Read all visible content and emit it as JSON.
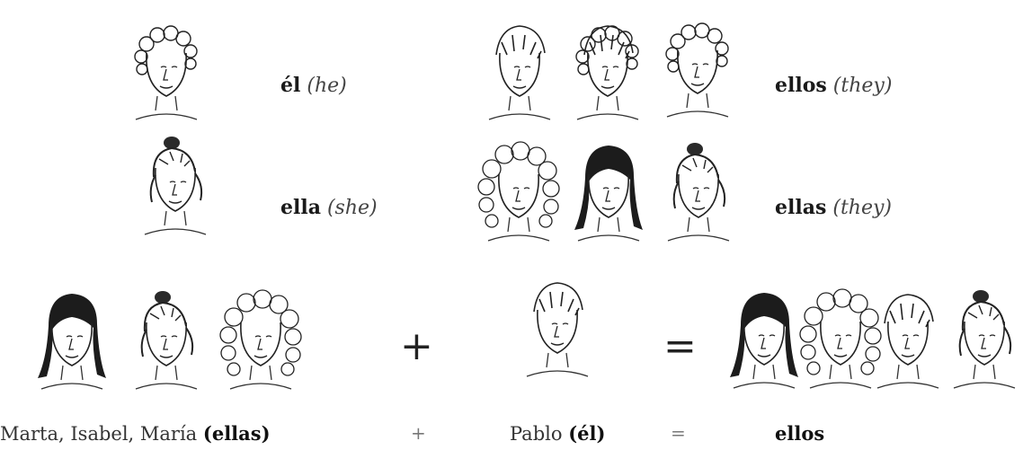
{
  "pronouns": {
    "el": {
      "word": "él",
      "gloss": "(he)"
    },
    "ella": {
      "word": "ella",
      "gloss": "(she)"
    },
    "ellos": {
      "word": "ellos",
      "gloss": "(they)"
    },
    "ellas": {
      "word": "ellas",
      "gloss": "(they)"
    }
  },
  "equation": {
    "plus": "+",
    "equals": "=",
    "left_caption_names": "Marta, Isabel, María",
    "left_caption_pronoun": "(ellas)",
    "middle_caption_name": "Pablo",
    "middle_caption_pronoun": "(él)",
    "result_caption": "ellos"
  }
}
